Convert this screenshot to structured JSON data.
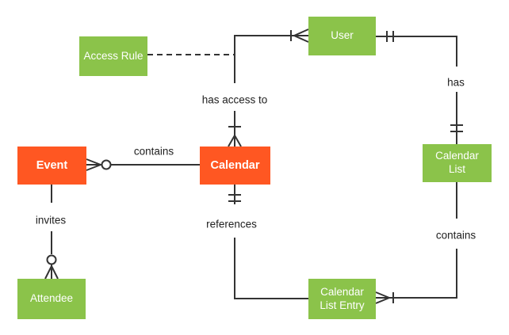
{
  "diagram_title": "Calendar data model entity-relationship diagram",
  "colors": {
    "entity_orange": "#FF5722",
    "entity_green": "#8BC34A",
    "line": "#333333",
    "label_text": "#212121",
    "entity_text": "#FFFFFF",
    "background": "#FFFFFF"
  },
  "entities": {
    "access_rule": {
      "label": "Access Rule",
      "color": "#8BC34A"
    },
    "user": {
      "label": "User",
      "color": "#8BC34A"
    },
    "event": {
      "label": "Event",
      "color": "#FF5722"
    },
    "calendar": {
      "label": "Calendar",
      "color": "#FF5722"
    },
    "calendar_list": {
      "label": "Calendar List",
      "color": "#8BC34A"
    },
    "attendee": {
      "label": "Attendee",
      "color": "#8BC34A"
    },
    "calendar_list_entry": {
      "label": "Calendar List Entry",
      "color": "#8BC34A"
    }
  },
  "relationships": {
    "event_contains_calendar": {
      "label": "contains",
      "from": "Event",
      "to": "Calendar",
      "from_cardinality": "zero-or-many",
      "to_cardinality": "none",
      "line_style": "solid"
    },
    "calendar_has_access_to_user": {
      "label": "has access to",
      "from": "Calendar",
      "to": "User",
      "from_cardinality": "one-or-many",
      "to_cardinality": "one-or-many",
      "line_style": "solid"
    },
    "access_rule_link": {
      "label": "",
      "from": "Access Rule",
      "to": "calendar_has_access_to_user relationship line",
      "from_cardinality": "none",
      "to_cardinality": "none",
      "line_style": "dashed"
    },
    "user_has_calendar_list": {
      "label": "has",
      "from": "User",
      "to": "Calendar List",
      "from_cardinality": "exactly-one",
      "to_cardinality": "exactly-one",
      "line_style": "solid"
    },
    "calendar_list_contains_entry": {
      "label": "contains",
      "from": "Calendar List",
      "to": "Calendar List Entry",
      "from_cardinality": "none",
      "to_cardinality": "one-or-many",
      "line_style": "solid"
    },
    "calendar_references_entry": {
      "label": "references",
      "from": "Calendar",
      "to": "Calendar List Entry",
      "from_cardinality": "exactly-one",
      "to_cardinality": "none",
      "line_style": "solid"
    },
    "event_invites_attendee": {
      "label": "invites",
      "from": "Event",
      "to": "Attendee",
      "from_cardinality": "none",
      "to_cardinality": "zero-or-many",
      "line_style": "solid"
    }
  }
}
